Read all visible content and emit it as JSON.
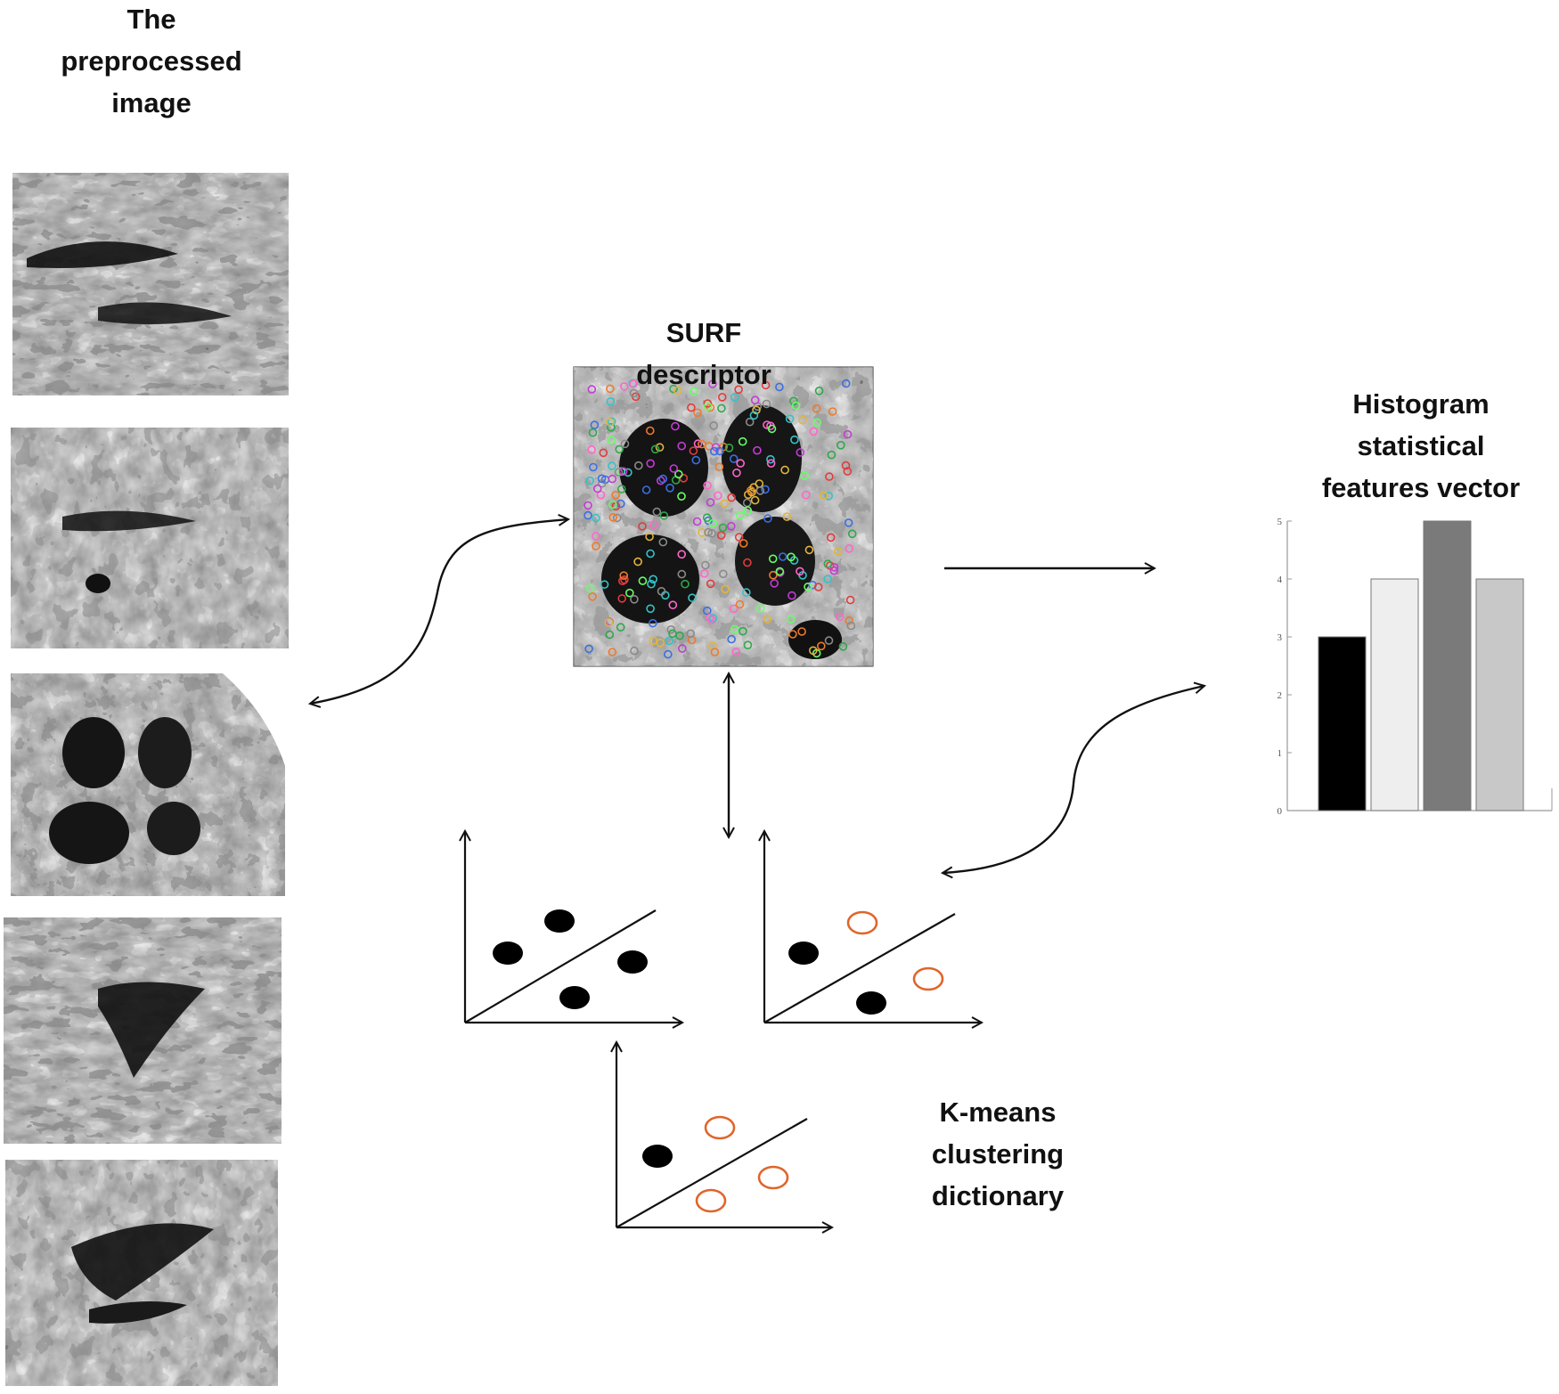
{
  "labels": {
    "preprocessed": [
      "The",
      "preprocessed",
      "image"
    ],
    "surf": [
      "SURF",
      "descriptor"
    ],
    "histogram": [
      "Histogram",
      "statistical",
      "features vector"
    ],
    "kmeans": [
      "K-means",
      "clustering",
      "dictionary"
    ]
  },
  "chart_data": {
    "type": "bar",
    "categories": [
      "",
      "",
      "",
      ""
    ],
    "values": [
      3,
      4,
      5,
      4
    ],
    "bar_colors": [
      "#000000",
      "#eeeeee",
      "#7a7a7a",
      "#c8c8c8"
    ],
    "ylim": [
      0,
      5
    ],
    "yticks": [
      "0",
      "1",
      "2",
      "3",
      "4",
      "5"
    ]
  },
  "colors": {
    "filled_point": "#000000",
    "open_point": "#e0652b"
  }
}
